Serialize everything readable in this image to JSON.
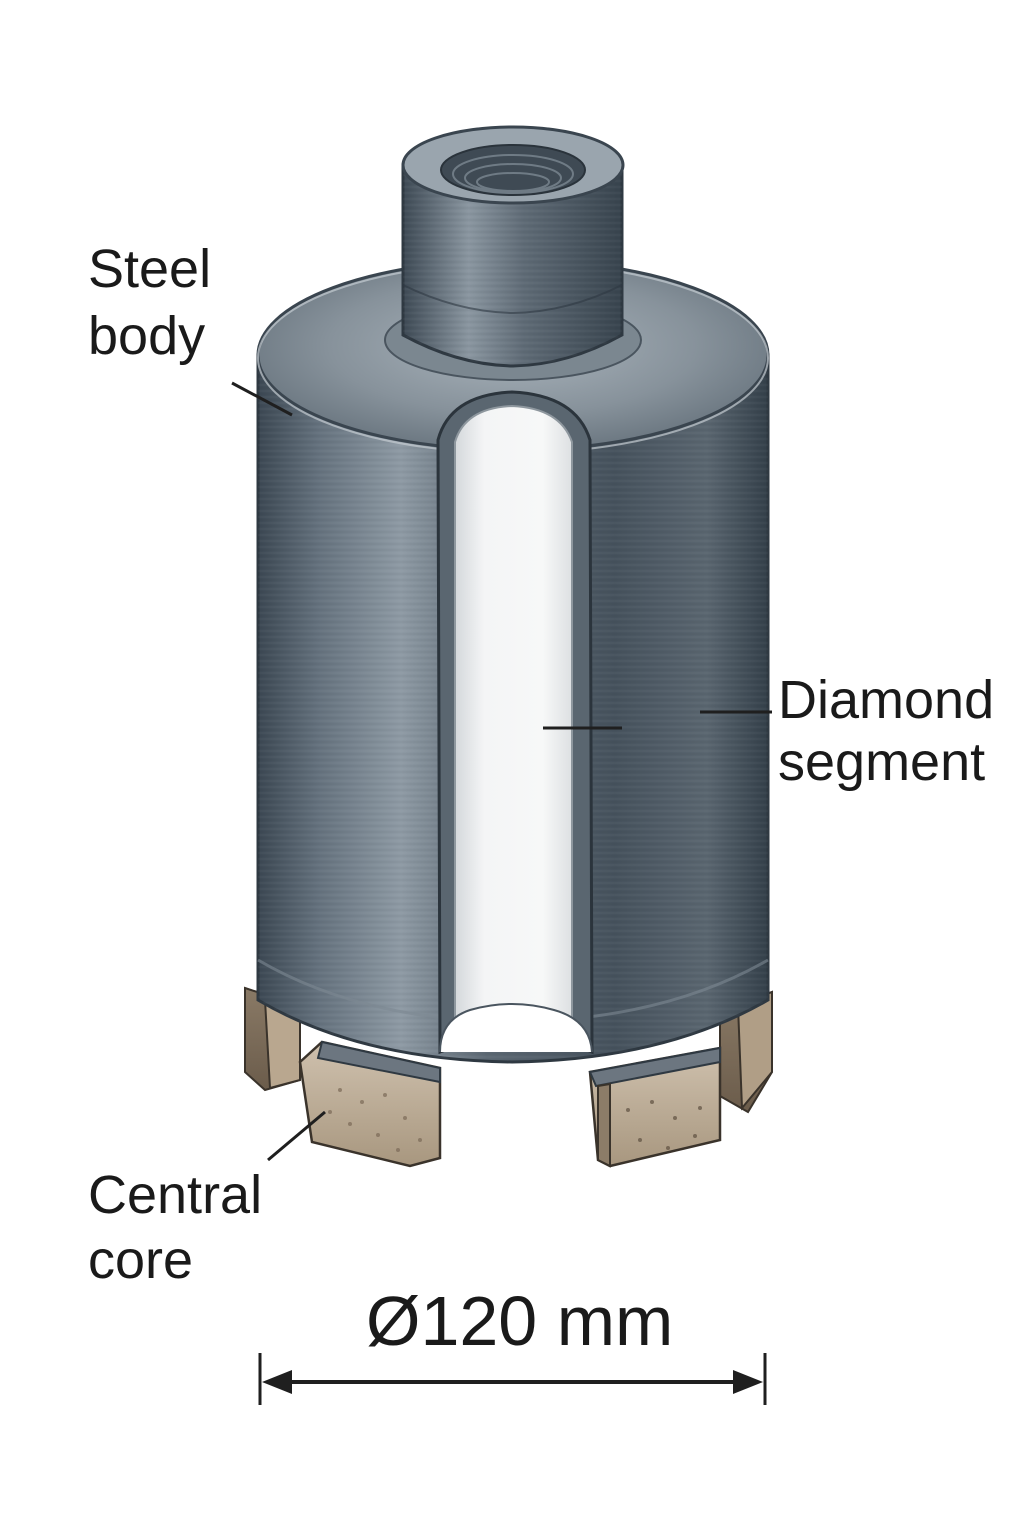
{
  "labels": {
    "steel_body_line1": "Steel",
    "steel_body_line2": "body",
    "diamond_segment_line1": "Diamond",
    "diamond_segment_line2": "segment",
    "central_core_line1": "Central",
    "central_core_line2": "core"
  },
  "dimension": {
    "diameter_text": "Ø120 mm"
  }
}
